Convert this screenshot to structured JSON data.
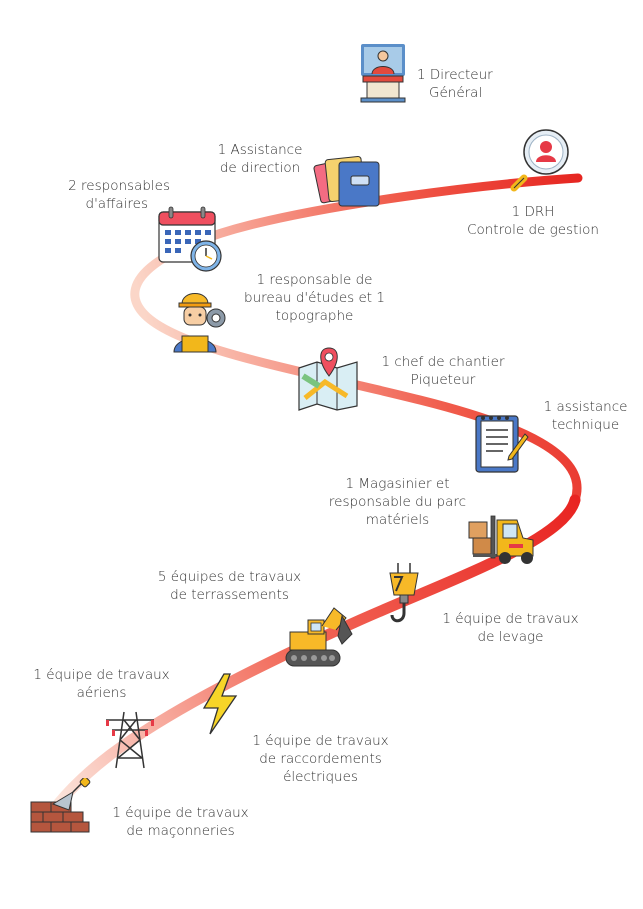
{
  "colors": {
    "path_start": "#f9d9cc",
    "path_end": "#e8201e",
    "text": "#333333"
  },
  "roles": {
    "directeur": {
      "line1": "1 Directeur",
      "line2": "Général",
      "icon": "director-icon"
    },
    "drh": {
      "line1": "1 DRH",
      "line2": "Controle de gestion",
      "icon": "magnifier-user-icon"
    },
    "assistance_direction": {
      "line1": "1 Assistance",
      "line2": "de direction",
      "icon": "folders-icon"
    },
    "responsables_affaires": {
      "line1": "2 responsables",
      "line2": "d'affaires",
      "icon": "calendar-clock-icon"
    },
    "bureau_etudes": {
      "line1": "1 responsable de",
      "line2": "bureau d'études et 1",
      "line3": "topographe",
      "icon": "engineer-icon"
    },
    "chef_chantier": {
      "line1": "1 chef de chantier",
      "line2": "Piqueteur",
      "icon": "map-pin-icon"
    },
    "assistance_technique": {
      "line1": "1 assistance",
      "line2": "technique",
      "icon": "clipboard-icon"
    },
    "magasinier": {
      "line1": "1 Magasinier et",
      "line2": "responsable du parc",
      "line3": "matériels",
      "icon": "forklift-icon"
    },
    "levage": {
      "line1": "1 équipe de travaux",
      "line2": "de levage",
      "icon": "crane-hook-icon"
    },
    "terrassements": {
      "line1": "5 équipes de travaux",
      "line2": "de terrassements",
      "icon": "excavator-icon"
    },
    "raccordements": {
      "line1": "1 équipe de travaux",
      "line2": "de raccordements",
      "line3": "électriques",
      "icon": "lightning-icon"
    },
    "aeriens": {
      "line1": "1 équipe de travaux",
      "line2": "aériens",
      "icon": "power-pylon-icon"
    },
    "maconneries": {
      "line1": "1 équipe de travaux",
      "line2": "de maçonneries",
      "icon": "brick-trowel-icon"
    }
  }
}
